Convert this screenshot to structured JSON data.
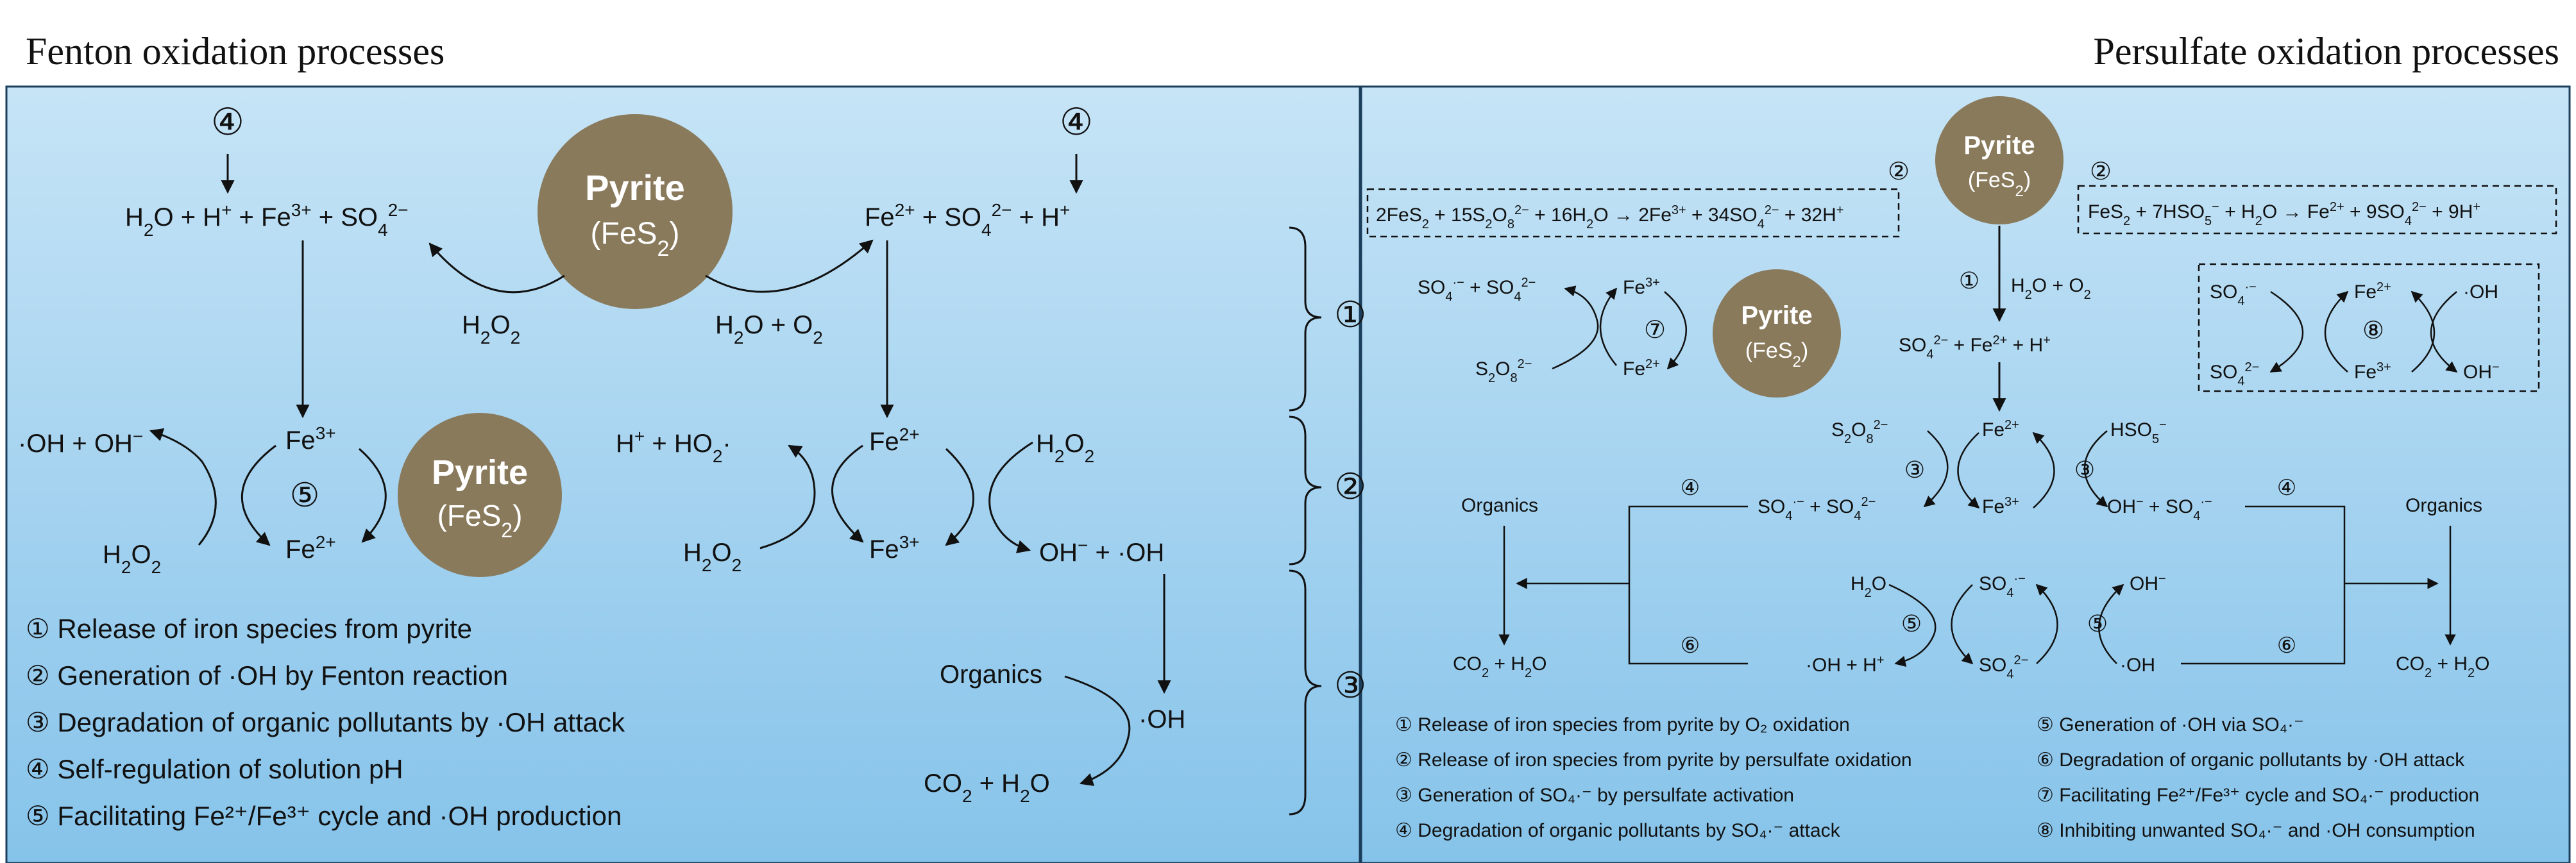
{
  "titles": {
    "left": "Fenton oxidation processes",
    "right": "Persulfate oxidation processes"
  },
  "colors": {
    "panel_top": "#c6e4f6",
    "panel_bottom": "#86c3ea",
    "pyrite_fill": "#8a7a5c",
    "text": "#111111"
  },
  "icons": {
    "pyrite": "brown-circle",
    "steps": "circled-numbers"
  },
  "pyrite": {
    "name": "Pyrite",
    "formula": "(FeS",
    "sub": "2",
    "close": ")"
  },
  "fenton": {
    "eq_left": {
      "a": "H",
      "a_sub": "2",
      "b": "O + H",
      "b_sup": "+",
      "c": " + Fe",
      "c_sup": "3+",
      "d": " + SO",
      "d_sub": "4",
      "d_sup": "2−"
    },
    "eq_right": {
      "a": "Fe",
      "a_sup": "2+",
      "b": " + SO",
      "b_sub": "4",
      "b_sup": "2−",
      "c": " + H",
      "c_sup": "+"
    },
    "h2o2": {
      "a": "H",
      "sub": "2",
      "b": "O",
      "sub2": "2"
    },
    "h2o_o2": {
      "a": "H",
      "sub": "2",
      "b": "O + O",
      "sub2": "2"
    },
    "step4": "④",
    "step5": "⑤",
    "oh_ohm": {
      "a": "·OH + OH",
      "sup": "−"
    },
    "fe3": {
      "a": "Fe",
      "sup": "3+"
    },
    "fe2": {
      "a": "Fe",
      "sup": "2+"
    },
    "h_ho2": {
      "a": "H",
      "sup": "+",
      "b": " + HO",
      "sub": "2",
      "c": "·"
    },
    "ohm_oh": {
      "a": "OH",
      "sup": "−",
      "b": " + ·OH"
    },
    "organics": "Organics",
    "oh_rad": "·OH",
    "co2_h2o": {
      "a": "CO",
      "sub": "2",
      "b": " + H",
      "sub2": "2",
      "c": "O"
    },
    "legend": [
      "① Release of iron species from pyrite",
      "② Generation of ·OH  by Fenton reaction",
      "③ Degradation of organic pollutants by ·OH attack",
      "④ Self-regulation of solution pH",
      "⑤ Facilitating Fe²⁺/Fe³⁺ cycle and ·OH production"
    ]
  },
  "brace_labels": [
    "①",
    "②",
    "③"
  ],
  "persulfate": {
    "eq1": {
      "a": "2FeS",
      "s1": "2",
      "b": " + 15S",
      "s2": "2",
      "c": "O",
      "s3": "8",
      "p1": "2−",
      "d": " + 16H",
      "s4": "2",
      "e": "O → 2Fe",
      "p2": "3+",
      "f": " + 34SO",
      "s5": "4",
      "p3": "2−",
      "g": " + 32H",
      "p4": "+"
    },
    "eq2": {
      "a": "FeS",
      "s1": "2",
      "b": " + 7HSO",
      "s2": "5",
      "p1": "−",
      "c": " + H",
      "s3": "2",
      "d": "O → Fe",
      "p2": "2+",
      "e": " + 9SO",
      "s4": "4",
      "p3": "2−",
      "f": " + 9H",
      "p4": "+"
    },
    "step1": "①",
    "step2": "②",
    "step3": "③",
    "step4": "④",
    "step5": "⑤",
    "step6": "⑥",
    "step7": "⑦",
    "step8": "⑧",
    "h2o_o2": {
      "a": "H",
      "s1": "2",
      "b": "O + O",
      "s2": "2"
    },
    "so4_fe_h": {
      "a": "SO",
      "s1": "4",
      "p1": "2−",
      "b": " + Fe",
      "p2": "2+",
      "c": " + H",
      "p3": "+"
    },
    "so4r_so4": {
      "a": "SO",
      "s1": "4",
      "p1": "·−",
      "b": " + SO",
      "s2": "4",
      "p2": "2−"
    },
    "s2o8": {
      "a": "S",
      "s1": "2",
      "b": "O",
      "s2": "8",
      "p": "2−"
    },
    "hso5": {
      "a": "HSO",
      "s": "5",
      "p": "−"
    },
    "so4r": {
      "a": "SO",
      "s": "4",
      "p": "·−"
    },
    "so42": {
      "a": "SO",
      "s": "4",
      "p": "2−"
    },
    "fe3": {
      "a": "Fe",
      "sup": "3+"
    },
    "fe2": {
      "a": "Fe",
      "sup": "2+"
    },
    "oh_rad": "·OH",
    "ohm": {
      "a": "OH",
      "sup": "−"
    },
    "ohm_so4r": {
      "a": "OH",
      "p1": "−",
      "b": " + SO",
      "s": "4",
      "p2": "·−"
    },
    "h2o": {
      "a": "H",
      "s": "2",
      "b": "O"
    },
    "oh_h": {
      "a": "·OH + H",
      "sup": "+"
    },
    "organics": "Organics",
    "co2_h2o": {
      "a": "CO",
      "s1": "2",
      "b": " + H",
      "s2": "2",
      "c": "O"
    },
    "legend_left": [
      "① Release of iron species from pyrite by O₂ oxidation",
      "② Release of iron species from pyrite by persulfate oxidation",
      "③ Generation of SO₄·⁻ by persulfate activation",
      "④ Degradation of organic pollutants by SO₄·⁻ attack"
    ],
    "legend_right": [
      "⑤ Generation of ·OH via SO₄·⁻",
      "⑥ Degradation of organic pollutants by ·OH attack",
      "⑦ Facilitating Fe²⁺/Fe³⁺ cycle and SO₄·⁻ production",
      "⑧ Inhibiting unwanted SO₄·⁻ and ·OH consumption"
    ]
  }
}
